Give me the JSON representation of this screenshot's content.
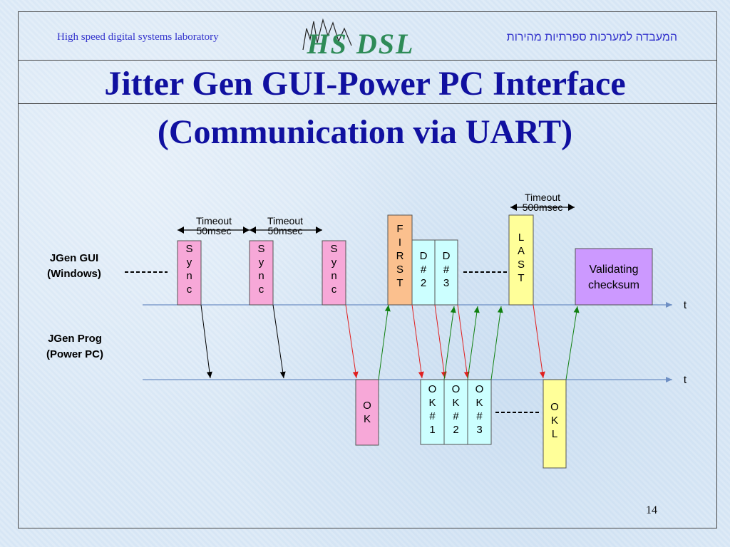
{
  "header": {
    "lab_en": "High speed digital systems laboratory",
    "lab_he": "המעבדה למערכות ספרתיות מהירות",
    "logo_text": "HS DSL"
  },
  "title": {
    "line1": "Jitter Gen GUI-Power PC Interface",
    "line2": "(Communication via UART)"
  },
  "rows": {
    "gui_line1": "JGen GUI",
    "gui_line2": "(Windows)",
    "prog_line1": "JGen Prog",
    "prog_line2": "(Power PC)",
    "axis_label": "t"
  },
  "timeouts": {
    "t1_top": "Timeout",
    "t1_bottom": "50msec",
    "t2_top": "Timeout",
    "t2_bottom": "50msec",
    "t3_top": "Timeout",
    "t3_bottom": "500msec"
  },
  "boxes": {
    "sync1": [
      "S",
      "y",
      "n",
      "c"
    ],
    "sync2": [
      "S",
      "y",
      "n",
      "c"
    ],
    "sync3": [
      "S",
      "y",
      "n",
      "c"
    ],
    "first": [
      "F",
      "I",
      "R",
      "S",
      "T"
    ],
    "d2": [
      "D",
      "#",
      "2"
    ],
    "d3": [
      "D",
      "#",
      "3"
    ],
    "last": [
      "L",
      "A",
      "S",
      "T"
    ],
    "validating": [
      "Validating",
      "checksum"
    ],
    "ok": [
      "O",
      "K"
    ],
    "ok1": [
      "O",
      "K",
      "#",
      "1"
    ],
    "ok2": [
      "O",
      "K",
      "#",
      "2"
    ],
    "ok3": [
      "O",
      "K",
      "#",
      "3"
    ],
    "okl": [
      "O",
      "K",
      "L"
    ]
  },
  "colors": {
    "pink": "#f7a8d8",
    "orange": "#fbc08e",
    "cyan": "#ccffff",
    "yellow": "#ffff99",
    "purple": "#cc99ff",
    "axis": "#6e8fc4",
    "arrow_red": "#e02020",
    "arrow_green": "#108010",
    "arrow_black": "#000000"
  },
  "footer": {
    "page_number": "14"
  }
}
